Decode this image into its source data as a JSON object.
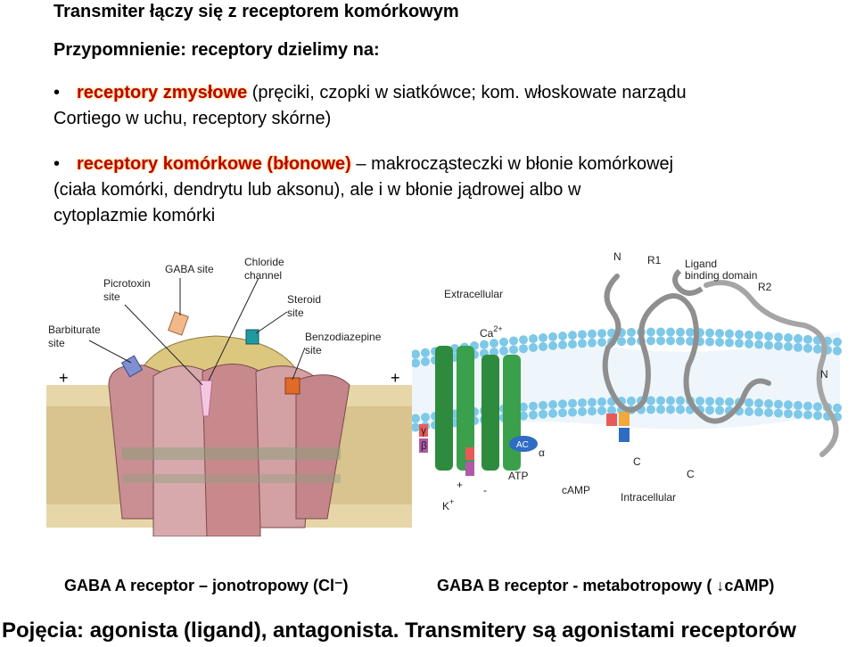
{
  "title": "Transmiter łączy się z receptorem komórkowym",
  "reminder": "Przypomnienie: receptory dzielimy na:",
  "bullet1": {
    "marker": "•",
    "highlight": "receptory zmysłowe",
    "text_line1": " (pręciki, czopki w siatkówce; kom. włoskowate narządu",
    "text_line2": "Cortiego w uchu, receptory skórne)"
  },
  "bullet2": {
    "marker": "•",
    "highlight": "receptory komórkowe (błonowe)",
    "text_line1": " – makrocząsteczki w błonie komórkowej",
    "text_line2": "(ciała komórki, dendrytu lub aksonu), ale i w błonie jądrowej albo w",
    "text_line3": "cytoplazmie komórki"
  },
  "gabaA_figure": {
    "labels": {
      "gaba_site": "GABA site",
      "chloride_l1": "Chloride",
      "chloride_l2": "channel",
      "picrotoxin_l1": "Picrotoxin",
      "picrotoxin_l2": "site",
      "steroid_l1": "Steroid",
      "steroid_l2": "site",
      "barbiturate_l1": "Barbiturate",
      "barbiturate_l2": "site",
      "benzo_l1": "Benzodiazepine",
      "benzo_l2": "site",
      "plus_left": "+",
      "plus_right": "+"
    },
    "colors": {
      "protein": "#d4a0a3",
      "membrane": "#d7c08a"
    }
  },
  "gabaB_figure": {
    "labels": {
      "extracellular": "Extracellular",
      "intracellular": "Intracellular",
      "ca": "Ca",
      "ca_sup": "2+",
      "k": "K",
      "k_sup": "+",
      "n_top": "N",
      "n_right": "N",
      "r1": "R1",
      "r2": "R2",
      "ligand_l1": "Ligand",
      "ligand_l2": "binding domain",
      "ac": "AC",
      "atp": "ATP",
      "camp": "cAMP",
      "c1": "C",
      "c2": "C",
      "alpha": "α",
      "beta": "β",
      "gamma": "γ",
      "plus": "+",
      "minus": "-"
    },
    "colors": {
      "lipid_head": "#7ec8e8",
      "channel": "#2e8b3e",
      "chain": "#9a9a9a"
    }
  },
  "caption_left": "GABA A receptor – jonotropowy (Cl⁻)",
  "caption_right": "GABA B receptor  - metabotropowy ( ↓cAMP)",
  "footer": "Pojęcia: agonista (ligand), antagonista. Transmitery są agonistami receptorów"
}
